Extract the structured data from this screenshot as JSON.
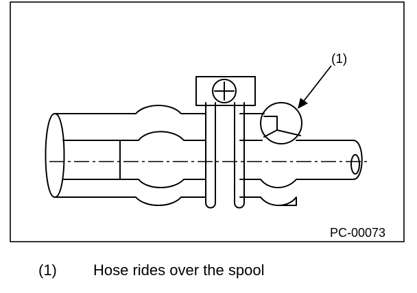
{
  "figure": {
    "callout_label": "(1)",
    "figure_code": "PC-00073"
  },
  "legend": {
    "items": [
      {
        "number": "(1)",
        "text": "Hose rides over the spool"
      }
    ]
  }
}
